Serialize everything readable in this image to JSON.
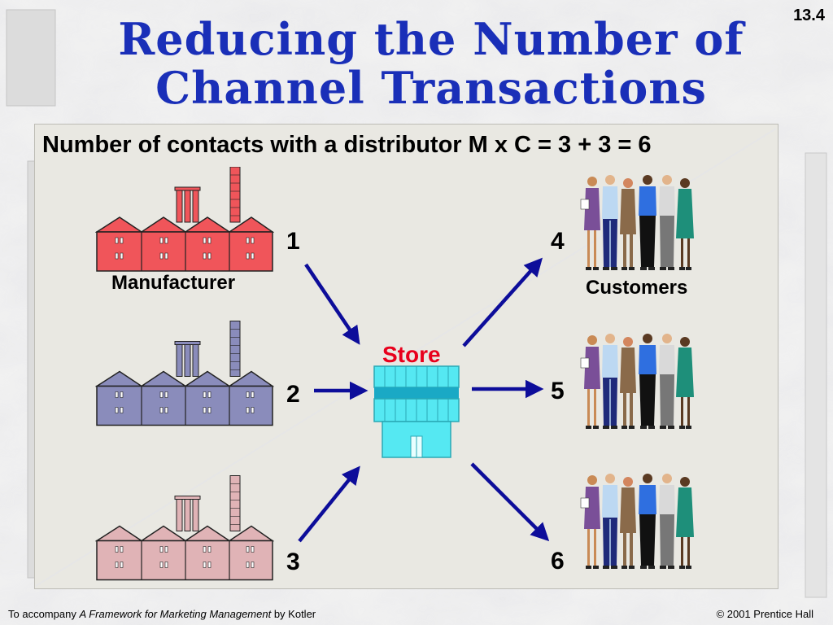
{
  "slide": {
    "title": "Reducing the Number of Channel Transactions",
    "page_number": "13.4",
    "subtitle": "Number of contacts with a distributor  M x C = 3 + 3 = 6"
  },
  "diagram": {
    "manufacturer_label": "Manufacturer",
    "customers_label": "Customers",
    "store_label": "Store",
    "numbers": [
      "1",
      "2",
      "3",
      "4",
      "5",
      "6"
    ],
    "colors": {
      "title": "#1a2fb8",
      "arrow": "#0d0d9a",
      "factory_red": "#f0555a",
      "factory_blue": "#8a8cbb",
      "factory_pink": "#e0b3b6",
      "store": "#55e8f2",
      "store_label": "#e8001c"
    }
  },
  "footer": {
    "left_prefix": "To accompany ",
    "left_book": "A Framework for Marketing Management",
    "left_suffix": " by Kotler",
    "right": "© 2001 Prentice Hall"
  }
}
